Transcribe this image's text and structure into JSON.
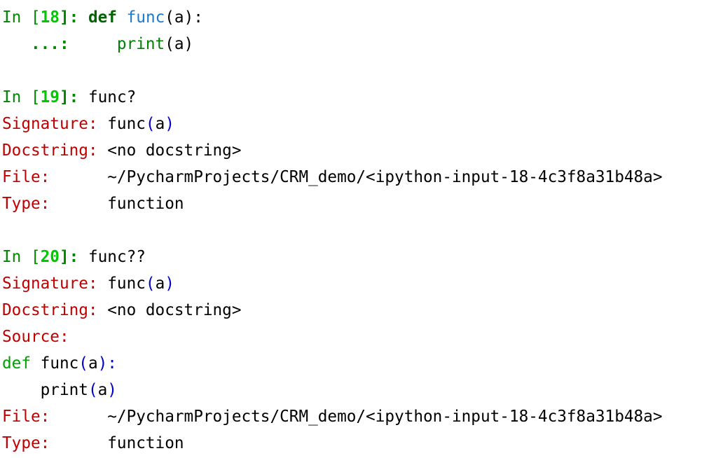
{
  "cells": {
    "c18": {
      "in_label": "In [",
      "number": "18",
      "close": "]:",
      "code_kw": "def",
      "code_fn": "func",
      "code_rest": "(a):",
      "cont_prompt": "...:",
      "cont_builtin": "print",
      "cont_rest": "(a)"
    },
    "c19": {
      "in_label": "In [",
      "number": "19",
      "close": "]:",
      "input": "func?",
      "signature_label": "Signature:",
      "signature_fn": "func",
      "signature_open": "(",
      "signature_arg": "a",
      "signature_close": ")",
      "docstring_label": "Docstring:",
      "docstring_value": "<no docstring>",
      "file_label": "File:",
      "file_value": "~/PycharmProjects/CRM_demo/<ipython-input-18-4c3f8a31b48a>",
      "type_label": "Type:",
      "type_value": "function"
    },
    "c20": {
      "in_label": "In [",
      "number": "20",
      "close": "]:",
      "input": "func??",
      "signature_label": "Signature:",
      "signature_fn": "func",
      "signature_open": "(",
      "signature_arg": "a",
      "signature_close": ")",
      "docstring_label": "Docstring:",
      "docstring_value": "<no docstring>",
      "source_label": "Source:",
      "src_kw": "def",
      "src_fn": "func",
      "src_open": "(",
      "src_arg": "a",
      "src_close": "):",
      "src_body_fn": "print",
      "src_body_open": "(",
      "src_body_arg": "a",
      "src_body_close": ")",
      "file_label": "File:",
      "file_value": "~/PycharmProjects/CRM_demo/<ipython-input-18-4c3f8a31b48a>",
      "type_label": "Type:",
      "type_value": "function"
    }
  }
}
